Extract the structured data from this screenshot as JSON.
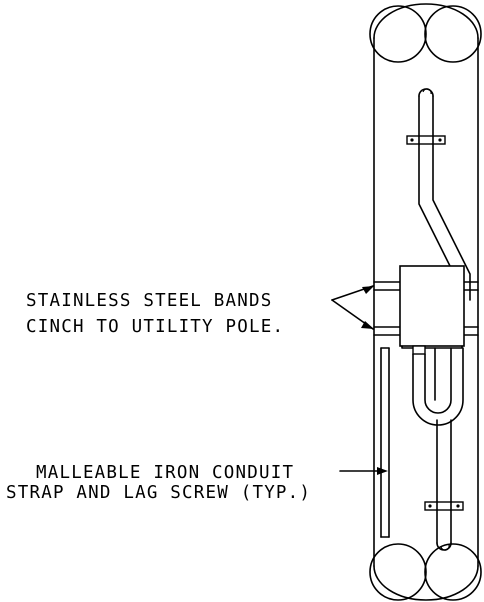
{
  "callouts": {
    "bands_line1": "STAINLESS STEEL BANDS",
    "bands_line2": "CINCH TO UTILITY POLE.",
    "strap_line1": "MALLEABLE IRON CONDUIT",
    "strap_line2": "STRAP AND LAG SCREW (TYP.)"
  },
  "colors": {
    "ink": "#000000",
    "background": "#ffffff"
  }
}
